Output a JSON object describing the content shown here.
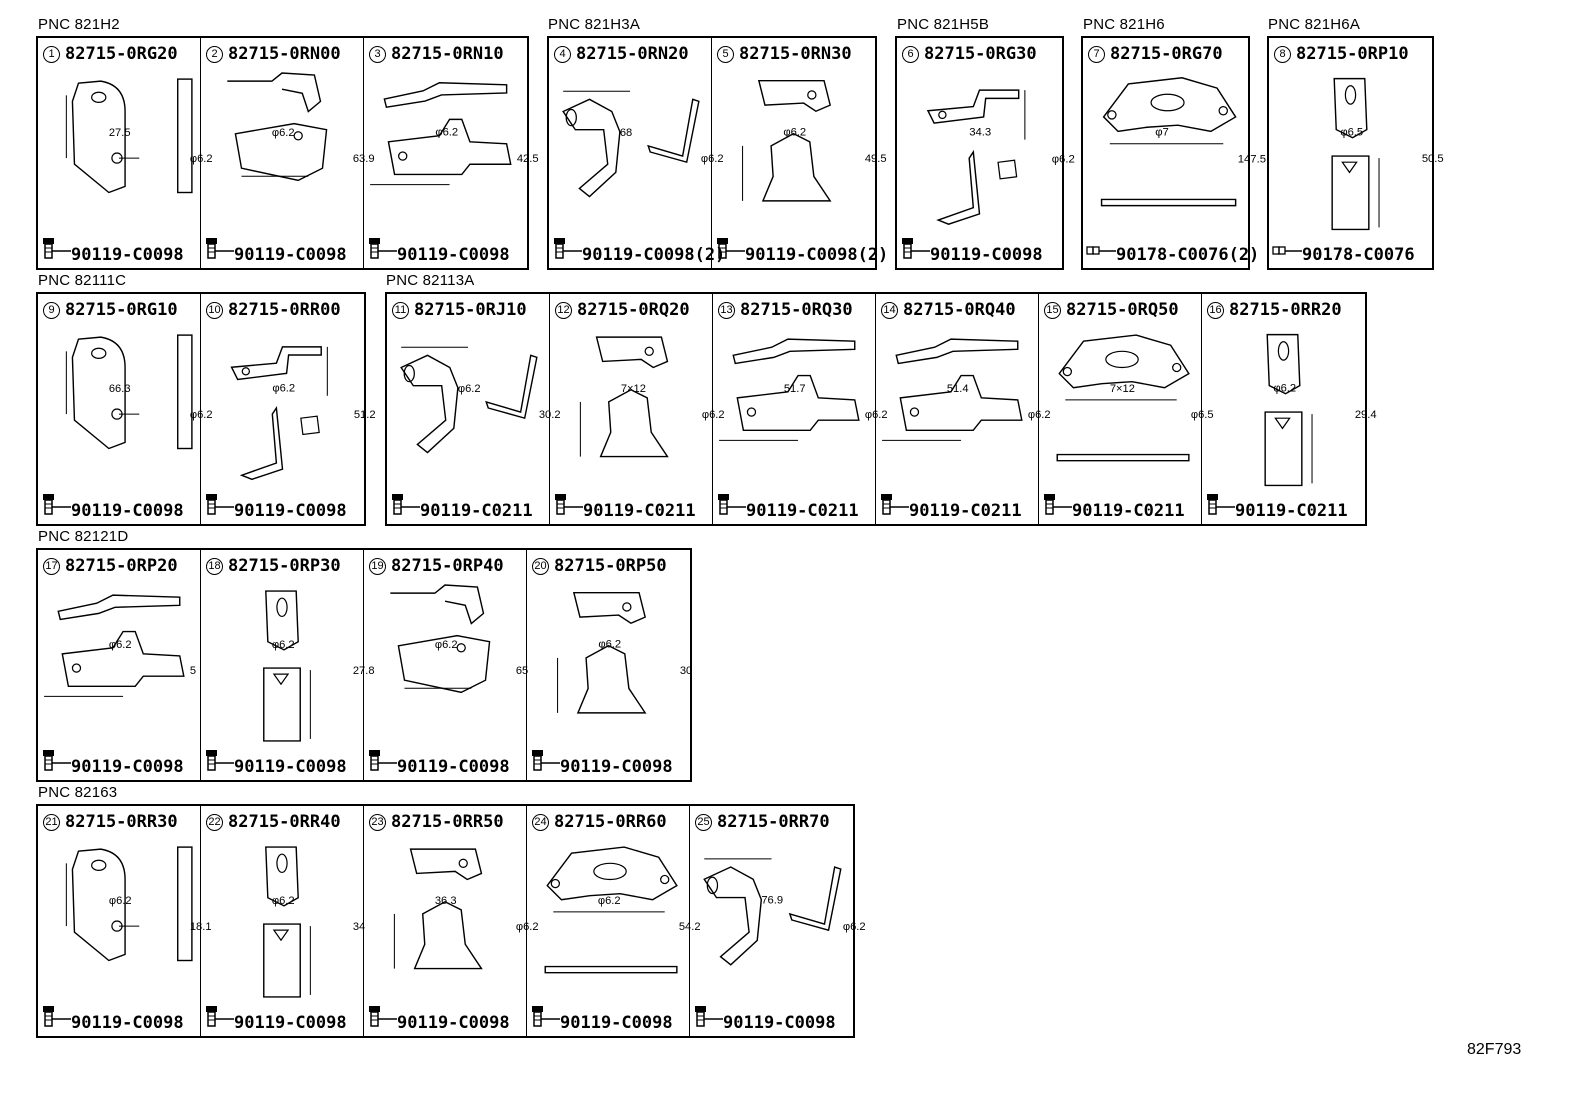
{
  "drawing_code": "82F793",
  "groups": [
    {
      "pnc": "PNC 821H2",
      "parts": [
        {
          "num": "1",
          "part": "82715-0RG20",
          "fastener": "90119-C0098",
          "ftype": "bolt",
          "dims": [
            "27.5",
            "φ6.2"
          ],
          "art": "hook"
        },
        {
          "num": "2",
          "part": "82715-0RN00",
          "fastener": "90119-C0098",
          "ftype": "bolt",
          "dims": [
            "φ6.2",
            "63.9"
          ],
          "art": "clip"
        },
        {
          "num": "3",
          "part": "82715-0RN10",
          "fastener": "90119-C0098",
          "ftype": "bolt",
          "dims": [
            "φ6.2",
            "42.5"
          ],
          "art": "strip"
        }
      ]
    },
    {
      "pnc": "PNC 821H3A",
      "parts": [
        {
          "num": "4",
          "part": "82715-0RN20",
          "fastener": "90119-C0098(2)",
          "ftype": "bolt",
          "dims": [
            "68",
            "φ6.2"
          ],
          "art": "arm"
        },
        {
          "num": "5",
          "part": "82715-0RN30",
          "fastener": "90119-C0098(2)",
          "ftype": "bolt",
          "dims": [
            "φ6.2",
            "49.5"
          ],
          "art": "plate"
        }
      ]
    },
    {
      "pnc": "PNC 821H5B",
      "parts": [
        {
          "num": "6",
          "part": "82715-0RG30",
          "fastener": "90119-C0098",
          "ftype": "bolt",
          "dims": [
            "34.3",
            "φ6.2"
          ],
          "art": "zbracket"
        }
      ]
    },
    {
      "pnc": "PNC 821H6",
      "parts": [
        {
          "num": "7",
          "part": "82715-0RG70",
          "fastener": "90178-C0076(2)",
          "ftype": "nut",
          "dims": [
            "φ7",
            "147.5"
          ],
          "art": "wide"
        }
      ]
    },
    {
      "pnc": "PNC 821H6A",
      "parts": [
        {
          "num": "8",
          "part": "82715-0RP10",
          "fastener": "90178-C0076",
          "ftype": "nut",
          "dims": [
            "φ6.5",
            "50.5"
          ],
          "art": "tall"
        }
      ]
    },
    {
      "pnc": "PNC 82111C",
      "parts": [
        {
          "num": "9",
          "part": "82715-0RG10",
          "fastener": "90119-C0098",
          "ftype": "bolt",
          "dims": [
            "66.3",
            "φ6.2"
          ],
          "art": "hook"
        },
        {
          "num": "10",
          "part": "82715-0RR00",
          "fastener": "90119-C0098",
          "ftype": "bolt",
          "dims": [
            "φ6.2",
            "51.2"
          ],
          "art": "zbracket"
        }
      ]
    },
    {
      "pnc": "PNC 82113A",
      "parts": [
        {
          "num": "11",
          "part": "82715-0RJ10",
          "fastener": "90119-C0211",
          "ftype": "bolt",
          "dims": [
            "φ6.2",
            "30.2"
          ],
          "art": "arm"
        },
        {
          "num": "12",
          "part": "82715-0RQ20",
          "fastener": "90119-C0211",
          "ftype": "bolt",
          "dims": [
            "7×12",
            "φ6.2"
          ],
          "art": "plate"
        },
        {
          "num": "13",
          "part": "82715-0RQ30",
          "fastener": "90119-C0211",
          "ftype": "bolt",
          "dims": [
            "51.7",
            "φ6.2"
          ],
          "art": "strip"
        },
        {
          "num": "14",
          "part": "82715-0RQ40",
          "fastener": "90119-C0211",
          "ftype": "bolt",
          "dims": [
            "51.4",
            "φ6.2"
          ],
          "art": "strip"
        },
        {
          "num": "15",
          "part": "82715-0RQ50",
          "fastener": "90119-C0211",
          "ftype": "bolt",
          "dims": [
            "7×12",
            "φ6.5"
          ],
          "art": "wide"
        },
        {
          "num": "16",
          "part": "82715-0RR20",
          "fastener": "90119-C0211",
          "ftype": "bolt",
          "dims": [
            "φ6.2",
            "29.4"
          ],
          "art": "tall"
        }
      ]
    },
    {
      "pnc": "PNC 82121D",
      "parts": [
        {
          "num": "17",
          "part": "82715-0RP20",
          "fastener": "90119-C0098",
          "ftype": "bolt",
          "dims": [
            "φ6.2",
            "5"
          ],
          "art": "strip"
        },
        {
          "num": "18",
          "part": "82715-0RP30",
          "fastener": "90119-C0098",
          "ftype": "bolt",
          "dims": [
            "φ6.2",
            "27.8"
          ],
          "art": "tall"
        },
        {
          "num": "19",
          "part": "82715-0RP40",
          "fastener": "90119-C0098",
          "ftype": "bolt",
          "dims": [
            "φ6.2",
            "65"
          ],
          "art": "clip"
        },
        {
          "num": "20",
          "part": "82715-0RP50",
          "fastener": "90119-C0098",
          "ftype": "bolt",
          "dims": [
            "φ6.2",
            "30"
          ],
          "art": "plate"
        }
      ]
    },
    {
      "pnc": "PNC 82163",
      "parts": [
        {
          "num": "21",
          "part": "82715-0RR30",
          "fastener": "90119-C0098",
          "ftype": "bolt",
          "dims": [
            "φ6.2",
            "18.1"
          ],
          "art": "hook"
        },
        {
          "num": "22",
          "part": "82715-0RR40",
          "fastener": "90119-C0098",
          "ftype": "bolt",
          "dims": [
            "φ6.2",
            "34"
          ],
          "art": "tall"
        },
        {
          "num": "23",
          "part": "82715-0RR50",
          "fastener": "90119-C0098",
          "ftype": "bolt",
          "dims": [
            "36.3",
            "φ6.2"
          ],
          "art": "plate"
        },
        {
          "num": "24",
          "part": "82715-0RR60",
          "fastener": "90119-C0098",
          "ftype": "bolt",
          "dims": [
            "φ6.2",
            "54.2"
          ],
          "art": "wide"
        },
        {
          "num": "25",
          "part": "82715-0RR70",
          "fastener": "90119-C0098",
          "ftype": "bolt",
          "dims": [
            "76.9",
            "φ6.2"
          ],
          "art": "arm"
        }
      ]
    }
  ]
}
